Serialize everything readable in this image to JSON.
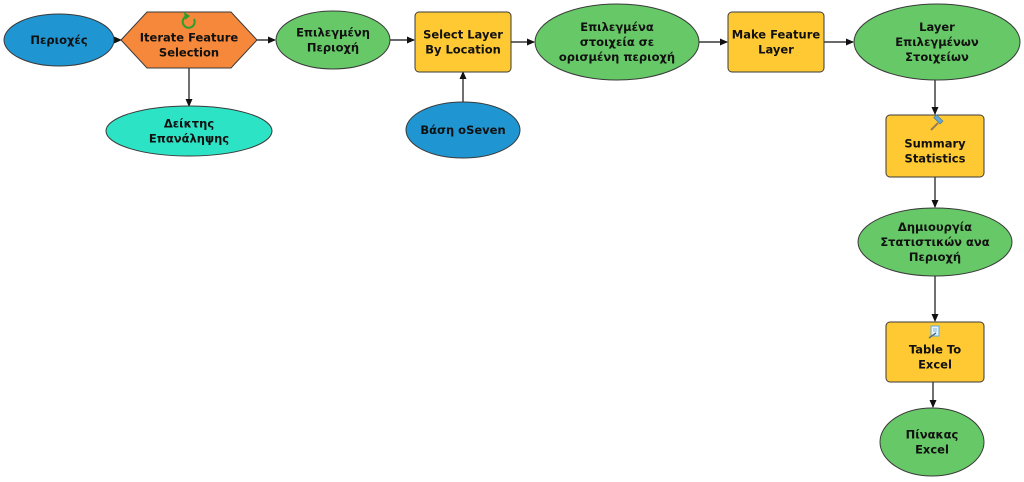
{
  "colors": {
    "input_data": "#1f95d2",
    "iterator": "#f5883a",
    "derived_data": "#66c866",
    "tool": "#ffc933",
    "iterator_value": "#2de3c6",
    "tool_icon": "#5fa8d8",
    "iterator_icon": "#2e9e2e"
  },
  "nodes": {
    "periochesInput": {
      "lines": [
        "Περιοχές"
      ]
    },
    "iterateFeatureSelection": {
      "lines": [
        "Iterate Feature",
        "Selection"
      ],
      "icon": "refresh-icon"
    },
    "deiktisEpanalipsis": {
      "lines": [
        "Δείκτης",
        "Επανάληψης"
      ]
    },
    "epilegmeniPerioxi": {
      "lines": [
        "Επιλεγμένη",
        "Περιοχή"
      ]
    },
    "selectLayerByLocation": {
      "lines": [
        "Select Layer",
        "By Location"
      ]
    },
    "vasiOSeven": {
      "lines": [
        "Βάση oSeven"
      ]
    },
    "epilegmenaStoixeia": {
      "lines": [
        "Επιλεγμένα",
        "στοιχεία σε",
        "ορισμένη περιοχή"
      ]
    },
    "makeFeatureLayer": {
      "lines": [
        "Make Feature",
        "Layer"
      ]
    },
    "layerEpilegmenon": {
      "lines": [
        "Layer",
        "Επιλεγμένων",
        "Στοιχείων"
      ]
    },
    "summaryStatistics": {
      "lines": [
        "Summary",
        "Statistics"
      ],
      "icon": "hammer-icon"
    },
    "dimiourgiaStatistikon": {
      "lines": [
        "Δημιουργία",
        "Στατιστικών ανα",
        "Περιοχή"
      ]
    },
    "tableToExcel": {
      "lines": [
        "Table To",
        "Excel"
      ],
      "icon": "script-icon"
    },
    "pinakasExcel": {
      "lines": [
        "Πίνακας",
        "Excel"
      ]
    }
  },
  "edges": [
    [
      "periochesInput",
      "iterateFeatureSelection"
    ],
    [
      "iterateFeatureSelection",
      "epilegmeniPerioxi"
    ],
    [
      "iterateFeatureSelection",
      "deiktisEpanalipsis"
    ],
    [
      "epilegmeniPerioxi",
      "selectLayerByLocation"
    ],
    [
      "vasiOSeven",
      "selectLayerByLocation"
    ],
    [
      "selectLayerByLocation",
      "epilegmenaStoixeia"
    ],
    [
      "epilegmenaStoixeia",
      "makeFeatureLayer"
    ],
    [
      "makeFeatureLayer",
      "layerEpilegmenon"
    ],
    [
      "layerEpilegmenon",
      "summaryStatistics"
    ],
    [
      "summaryStatistics",
      "dimiourgiaStatistikon"
    ],
    [
      "dimiourgiaStatistikon",
      "tableToExcel"
    ],
    [
      "tableToExcel",
      "pinakasExcel"
    ]
  ]
}
